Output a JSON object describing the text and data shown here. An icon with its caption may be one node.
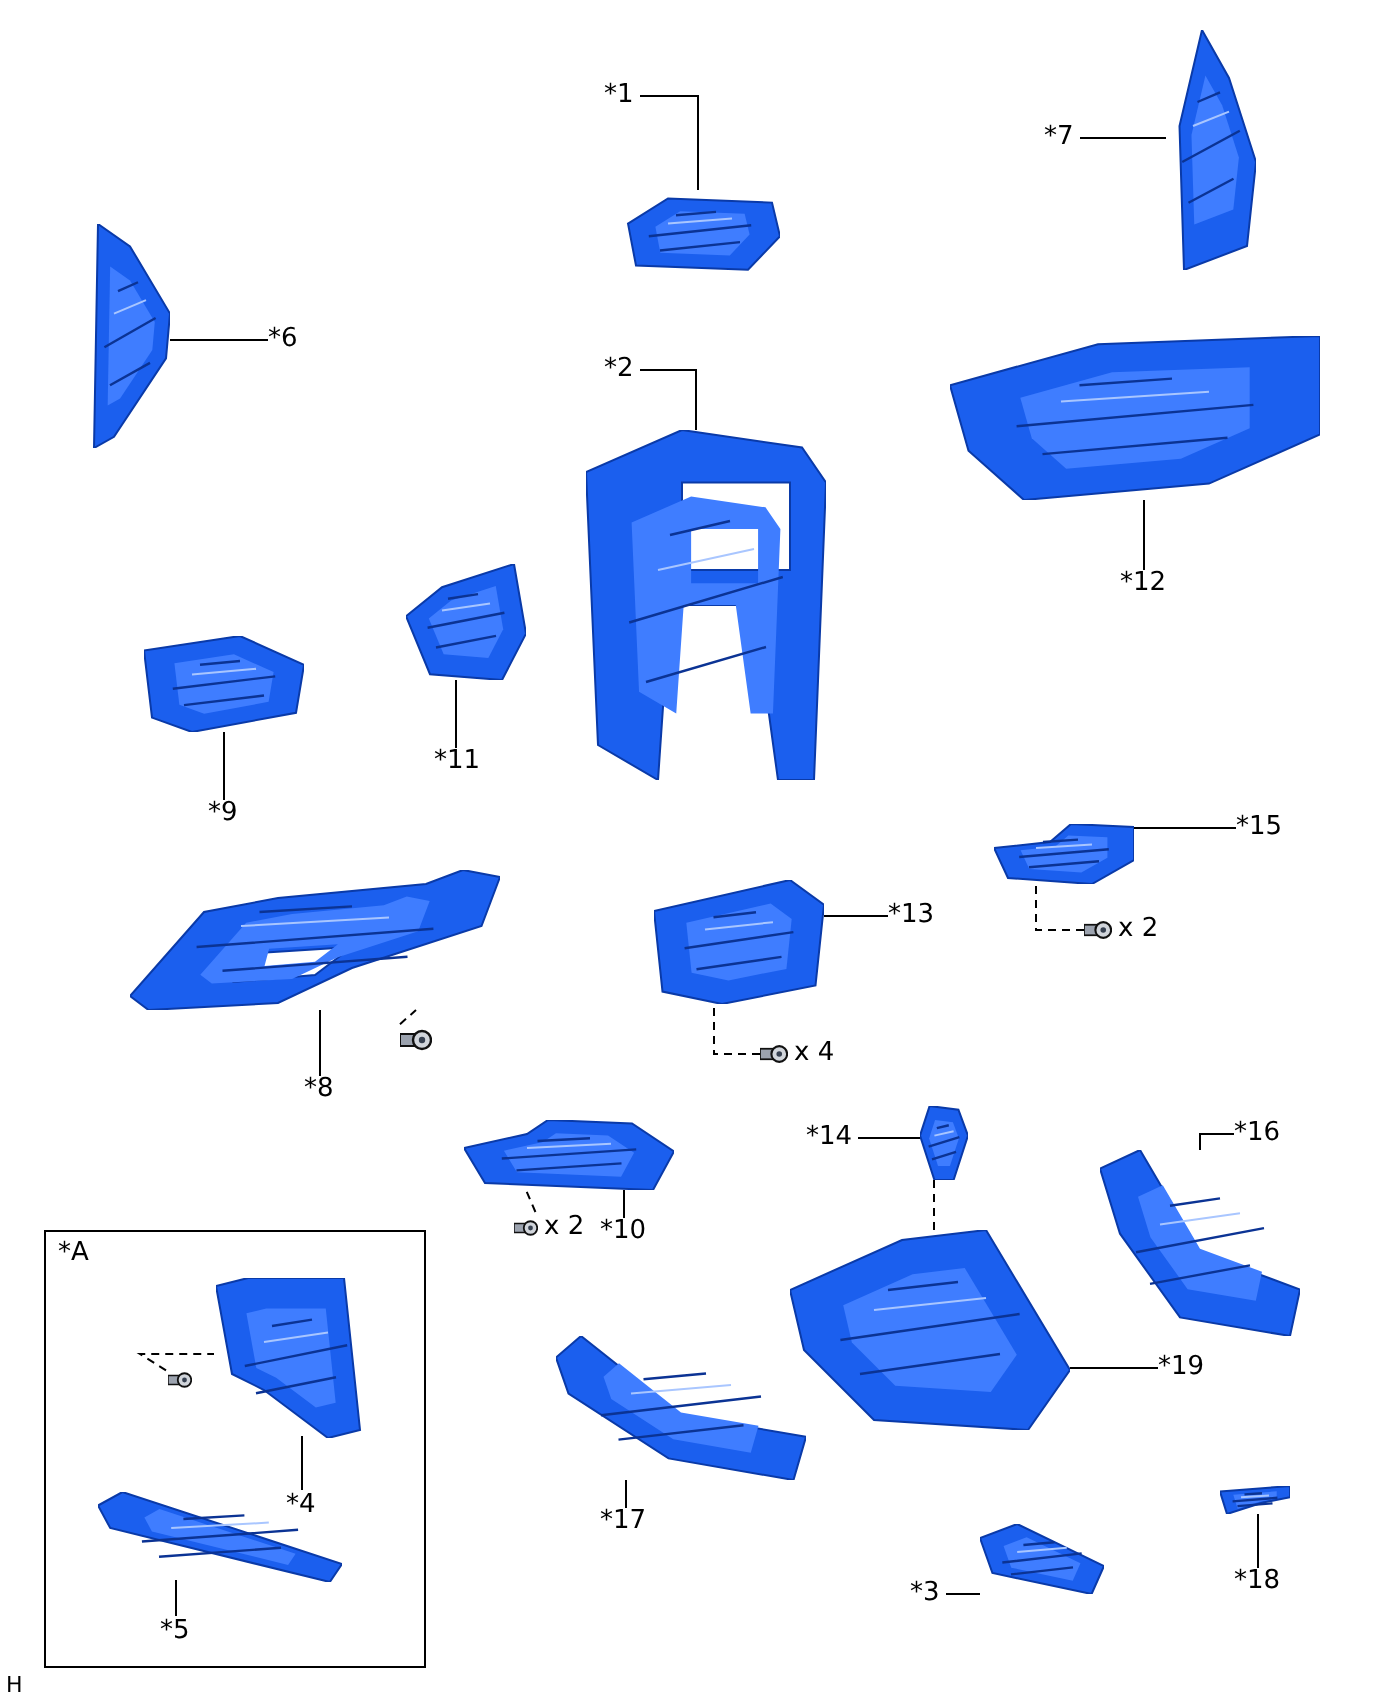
{
  "diagram": {
    "nodes": [
      {
        "text": [
          "*1"
        ]
      },
      {
        "text": [],
        "shape": "picture"
      },
      {
        "text": [
          "*7"
        ]
      },
      {
        "text": [],
        "shape": "picture"
      },
      {
        "text": [],
        "shape": "picture"
      },
      {
        "text": [
          "*6"
        ]
      },
      {
        "text": [
          "*2"
        ]
      },
      {
        "text": [],
        "shape": "picture"
      },
      {
        "text": [],
        "shape": "picture"
      },
      {
        "text": [
          "*12"
        ]
      },
      {
        "text": [],
        "shape": "picture"
      },
      {
        "text": [
          "*9"
        ]
      },
      {
        "text": [],
        "shape": "picture"
      },
      {
        "text": [
          "*11"
        ]
      },
      {
        "text": [],
        "shape": "picture"
      },
      {
        "text": [
          "*15"
        ]
      },
      {
        "text": [],
        "shape": "picture",
        "beside": [
          "x 2"
        ]
      },
      {
        "text": [],
        "shape": "picture"
      },
      {
        "text": [
          "*13"
        ]
      },
      {
        "text": [],
        "shape": "picture",
        "beside": [
          "x 4"
        ]
      },
      {
        "text": [],
        "shape": "picture"
      },
      {
        "text": [],
        "shape": "picture"
      },
      {
        "text": [
          "*8"
        ]
      },
      {
        "text": [],
        "shape": "picture"
      },
      {
        "text": [],
        "shape": "picture",
        "beside": [
          "x 2"
        ]
      },
      {
        "text": [
          "*10"
        ]
      },
      {
        "text": [
          "*14"
        ]
      },
      {
        "text": [],
        "shape": "picture"
      },
      {
        "text": [],
        "shape": "picture"
      },
      {
        "text": [
          "*16"
        ]
      },
      {
        "text": [],
        "shape": "picture"
      },
      {
        "text": [
          "*19"
        ]
      },
      {
        "text": [
          "*A"
        ]
      },
      {
        "text": [],
        "shape": "picture",
        "in": 32
      },
      {
        "text": [],
        "shape": "picture",
        "in": 32
      },
      {
        "text": [
          "*4"
        ],
        "in": 32
      },
      {
        "text": [],
        "shape": "picture",
        "in": 32
      },
      {
        "text": [
          "*5"
        ],
        "in": 32
      },
      {
        "text": [],
        "shape": "picture"
      },
      {
        "text": [
          "*17"
        ]
      },
      {
        "text": [],
        "shape": "picture"
      },
      {
        "text": [
          "*18"
        ]
      },
      {
        "text": [],
        "shape": "picture"
      },
      {
        "text": [
          "*3"
        ]
      }
    ],
    "edges": [
      {
        "from": 0,
        "to": 1,
        "arrow": "none"
      },
      {
        "from": 2,
        "to": 3,
        "arrow": "none"
      },
      {
        "from": 5,
        "to": 4,
        "arrow": "none"
      },
      {
        "from": 6,
        "to": 7,
        "arrow": "none"
      },
      {
        "from": 9,
        "to": 8,
        "arrow": "none"
      },
      {
        "from": 11,
        "to": 10,
        "arrow": "none"
      },
      {
        "from": 13,
        "to": 12,
        "arrow": "none"
      },
      {
        "from": 15,
        "to": 14,
        "arrow": "none"
      },
      {
        "from": 18,
        "to": 17,
        "arrow": "none"
      },
      {
        "from": 22,
        "to": 20,
        "arrow": "none"
      },
      {
        "from": 25,
        "to": 23,
        "arrow": "none"
      },
      {
        "from": 26,
        "to": 27,
        "arrow": "none"
      },
      {
        "from": 29,
        "to": 28,
        "arrow": "none"
      },
      {
        "from": 31,
        "to": 30,
        "arrow": "none"
      },
      {
        "from": 35,
        "to": 33,
        "arrow": "none"
      },
      {
        "from": 37,
        "to": 36,
        "arrow": "none"
      },
      {
        "from": 39,
        "to": 38,
        "arrow": "none"
      },
      {
        "from": 41,
        "to": 40,
        "arrow": "none"
      },
      {
        "from": 43,
        "to": 42,
        "arrow": "none"
      },
      {
        "from": 16,
        "to": 14,
        "arrow": "none",
        "style": "dashed"
      },
      {
        "from": 19,
        "to": 17,
        "arrow": "none",
        "style": "dashed"
      },
      {
        "from": 21,
        "to": 20,
        "arrow": "none",
        "style": "dashed"
      },
      {
        "from": 24,
        "to": 23,
        "arrow": "none",
        "style": "dashed"
      },
      {
        "from": 34,
        "to": 33,
        "arrow": "none",
        "style": "dashed"
      },
      {
        "from": 27,
        "to": 30,
        "arrow": "none",
        "style": "dashed"
      }
    ],
    "labels": [
      "H"
    ]
  }
}
